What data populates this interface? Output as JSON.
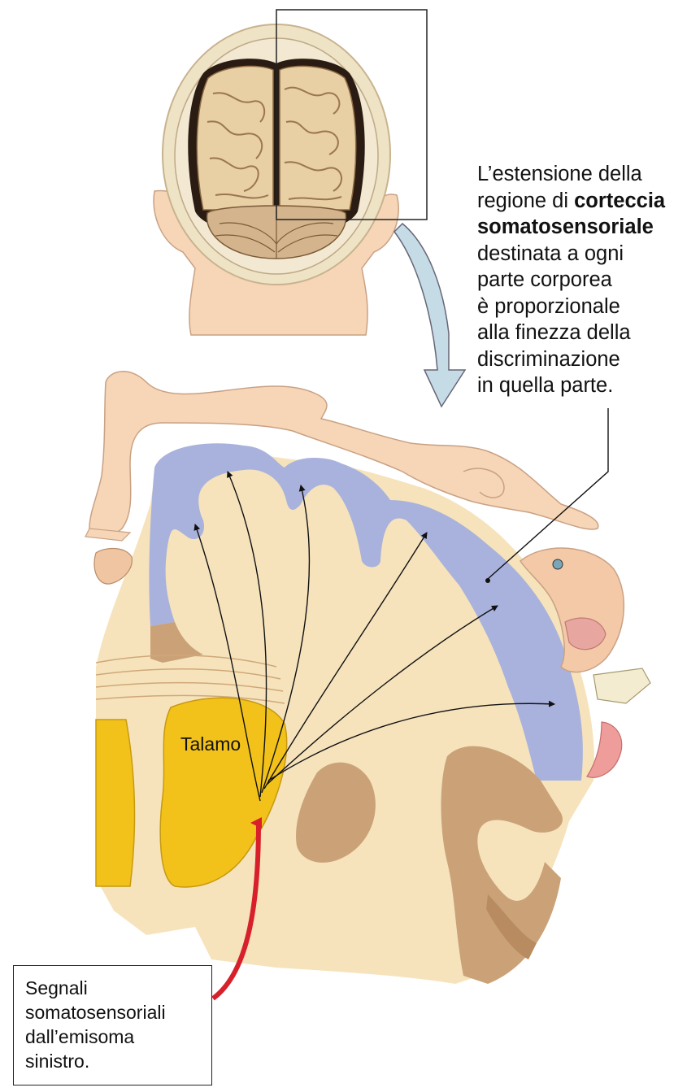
{
  "caption": {
    "line1": "L’estensione della",
    "line2_pre": "regione di ",
    "line2_bold": "corteccia",
    "line3_bold": "somatosensoriale",
    "line4": "destinata a ogni",
    "line5": "parte corporea",
    "line6": "è proporzionale",
    "line7": "alla finezza della",
    "line8": "discriminazione",
    "line9": "in quella parte."
  },
  "thalamus_label": "Talamo",
  "signals_box": {
    "line1": "Segnali",
    "line2": "somatosensoriali",
    "line3": "dall’emisoma",
    "line4": "sinistro."
  },
  "colors": {
    "cortex": "#a9b2dc",
    "white_matter": "#f6e3bc",
    "thalamus": "#f2c21a",
    "nuclei": "#cba278",
    "skin": "#f6d6b6",
    "arrow_in": "#d8202a",
    "zoom_arrow": "#c5dbe6"
  }
}
